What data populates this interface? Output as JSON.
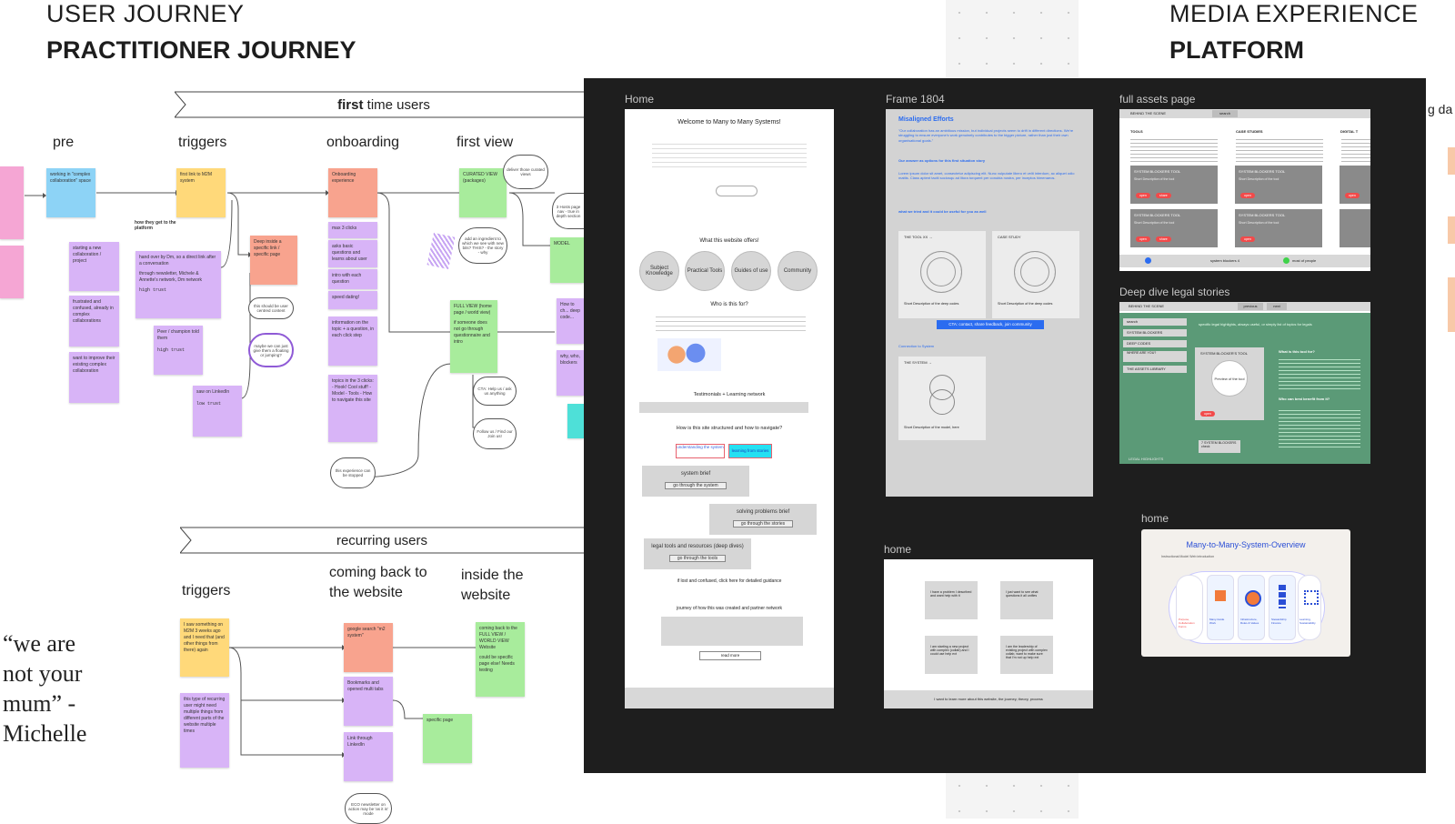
{
  "headings": {
    "user_journey": "USER JOURNEY",
    "practitioner_journey": "PRACTITIONER JOURNEY",
    "media_experience": "MEDIA EXPERIENCE",
    "platform": "PLATFORM"
  },
  "banners": {
    "first_time_bold": "first",
    "first_time_rest": " time users",
    "recurring": "recurring users"
  },
  "phases_top": [
    "pre",
    "triggers",
    "onboarding",
    "first view"
  ],
  "phases_bottom": [
    "triggers",
    "coming back to the website",
    "inside the website"
  ],
  "quote": "“we are not your mum” - Michelle",
  "stickies": {
    "pre_1": "working in \"complex collaboration\" space",
    "trig_1": "first link to M2M system",
    "trig_note": "how they get to the platform",
    "pre_2": "starting a new collaboration / project",
    "pre_3": "frustrated and confused, already in complex collaborations",
    "pre_4": "want to improve their existing complex collaboration",
    "trig_2a": "hand over by Dm, so a direct link after a conversation",
    "trig_2b": "through newsletter, Michele & Annette's network, Dm network",
    "trig_2c": "high trust",
    "trig_3a": "Peer / champion told them",
    "trig_3b": "high trust",
    "trig_4a": "saw on LinkedIn",
    "trig_4b": "low trust",
    "onb_1": "Onboarding experience",
    "onb_deep": "Deep inside a specific link / specific page",
    "onb_2": "max 3 clicks",
    "onb_3": "asks basic questions and learns about user",
    "onb_4": "intro with each question",
    "onb_5": "speed dating!",
    "onb_6": "information on the topic + a question, in each click step",
    "onb_7": "topics in the 3 clicks: - Hook! Cool stuff! - Model - Tools - How to navigate this site",
    "fv_curated": "CURATED VIEW (packages)",
    "fv_model": "MODEL",
    "fv_full": "FULL VIEW (home page / world view)",
    "fv_full2": "if someone does not go through questionnaire and intro",
    "fv_howto": "How to ch... deep code...",
    "fv_why": "why, who, blockers",
    "rec_t1": "I saw something on M2M 3 weeks ago and I need that (and other things from there) again",
    "rec_t2": "this type of recurring user might need multiple things from different parts of the website multiple times",
    "rec_g": "google search \"m2 system\"",
    "rec_b": "Bookmarks and opened multi tabs",
    "rec_l": "Link through LinkedIn",
    "rec_back1": "coming back to the FULL VIEW / WORLD VIEW Website",
    "rec_back2": "could be specific page else! Needs testing",
    "rec_specific": "specific page"
  },
  "bubbles": {
    "b1": "deliver those curated views",
    "b2": "add an ingredient to which we see with new bits? THIS? - the story - why",
    "b3": "3 Hosts page nav - true in depth section",
    "b4": "this should be user centred content",
    "b5": "maybe we can just give them a floating or jumping?",
    "b6": "CTA: Help us / ask us anything",
    "b7": "Follow us / Find our Join us!",
    "b8": "this experience can be stopped",
    "b9": "ECO newsletter on action may be 'as it is' mode"
  },
  "frames": {
    "home_label": "Home",
    "frame1804_label": "Frame 1804",
    "full_assets_label": "full assets page",
    "deep_dive_label": "Deep dive legal stories",
    "home2_label": "home",
    "home3_label": "home",
    "right_edge_label": "g da"
  },
  "home_frame": {
    "title": "Welcome to Many to Many Systems!",
    "offers_title": "What this website offers!",
    "offers": [
      "Subject Knowledge",
      "Practical Tools",
      "Guides of use",
      "Community"
    ],
    "who_title": "Who is this for?",
    "testimonials": "Testimonials + Learning network",
    "structured_title": "How is this site structured and how to navigate?",
    "pill_a": "understanding the system",
    "pill_b": "learning from stories",
    "system_brief": "system brief",
    "go_system": "go through the system",
    "solving": "solving problems brief",
    "go_stories": "go through the stories",
    "legal_tools": "legal tools and resources (deep dives)",
    "go_tools": "go through the tools",
    "lost": "if lost and confused, click here for detailed guidance",
    "journey": "journey of how this was created and partner network",
    "read_more": "read more"
  },
  "frame1804": {
    "title": "Misaligned Efforts",
    "para1": "\"Our collaboration has an ambitious mission, but individual projects seem to drift in different directions. We're struggling to ensure everyone's work genuinely contributes to the bigger picture, rather than just their own organisational goals.\"",
    "sub1": "Our answer as options for this first situation story",
    "para2": "Lorem ipsum dolor sit amet, consectetur adipiscing elit. Nunc vulputate libero et velit interdum, ac aliquet odio mattis. Class aptent taciti sociosqu ad litora torquent per conubia nostra, per inceptos himenaeos.",
    "sub2": "what we tried and it could be useful for you as well",
    "card1": "THE TOOL XX →",
    "card2": "CASE STUDY",
    "card_desc": "Short Description of the deep codes",
    "cta": "CTA: contact, share feedback, join community",
    "connection": "Connection to System",
    "system": "THE SYSTEM →",
    "system_desc": "Short Description of the model, here"
  },
  "assets_frame": {
    "tab1": "BEHIND THE SCENE",
    "tab2": "search",
    "cols": [
      "TOOLS",
      "CASE STUDIES",
      "DIGITAL T"
    ],
    "card_title": "SYSTEM BLOCKERS TOOL",
    "card_desc": "Short Description of the tool",
    "btn_open": "open",
    "btn_share": "share",
    "legend1": "system blockers 4",
    "legend2": "most of people"
  },
  "deep_frame": {
    "tab1": "BEHIND THE SCENE",
    "prev": "previous",
    "next": "next",
    "search": "search",
    "side_items": [
      "SYSTEM BLOCKERS",
      "DEEP CODES",
      "WHERE ARE YOU?",
      "THE ASSETS LIBRARY"
    ],
    "banner": "specific legal highlights, always useful, or simply list of topics for legals",
    "tool": "SYSTEM BLOCKER'S TOOL",
    "preview": "Preview of the tool",
    "check": "7 SYSTEM BLOCKERS check",
    "q1": "What is this tool for?",
    "q2": "Who can best benefit from it?",
    "footer": "LEGAL HIGHLIGHTS"
  },
  "home2_frame": {
    "cards": [
      "I have a problem I described and want help with it",
      "I just want to see what questions it all unifies",
      "I am starting a new project with complex (collab) and I could use help ext",
      "I am the leadership of existing project with complex collab, want to make sure that I'm not up help ext"
    ],
    "footer": "I want to learn more about this website, the journey, theory, process"
  },
  "home3_frame": {
    "title": "Many-to-Many-System-Overview",
    "intro": "Instructional Model Web introduction",
    "labels": [
      "Purpose, Collaboration Forms",
      "Many-Guide Work",
      "Infrastructure, Roles & Values",
      "Stewardship Finance",
      "Learning, Sustainability"
    ]
  },
  "colors": {
    "canvas_dark": "#1e1e1e",
    "pink": "#f5a6d4",
    "blue": "#8dd3f6",
    "yellow": "#ffd97a",
    "purple": "#d8b4f7",
    "salmon": "#f8a38e",
    "green": "#a8ec9c",
    "accent_blue": "#2b6cf0",
    "deep_green": "#5b9a77"
  }
}
